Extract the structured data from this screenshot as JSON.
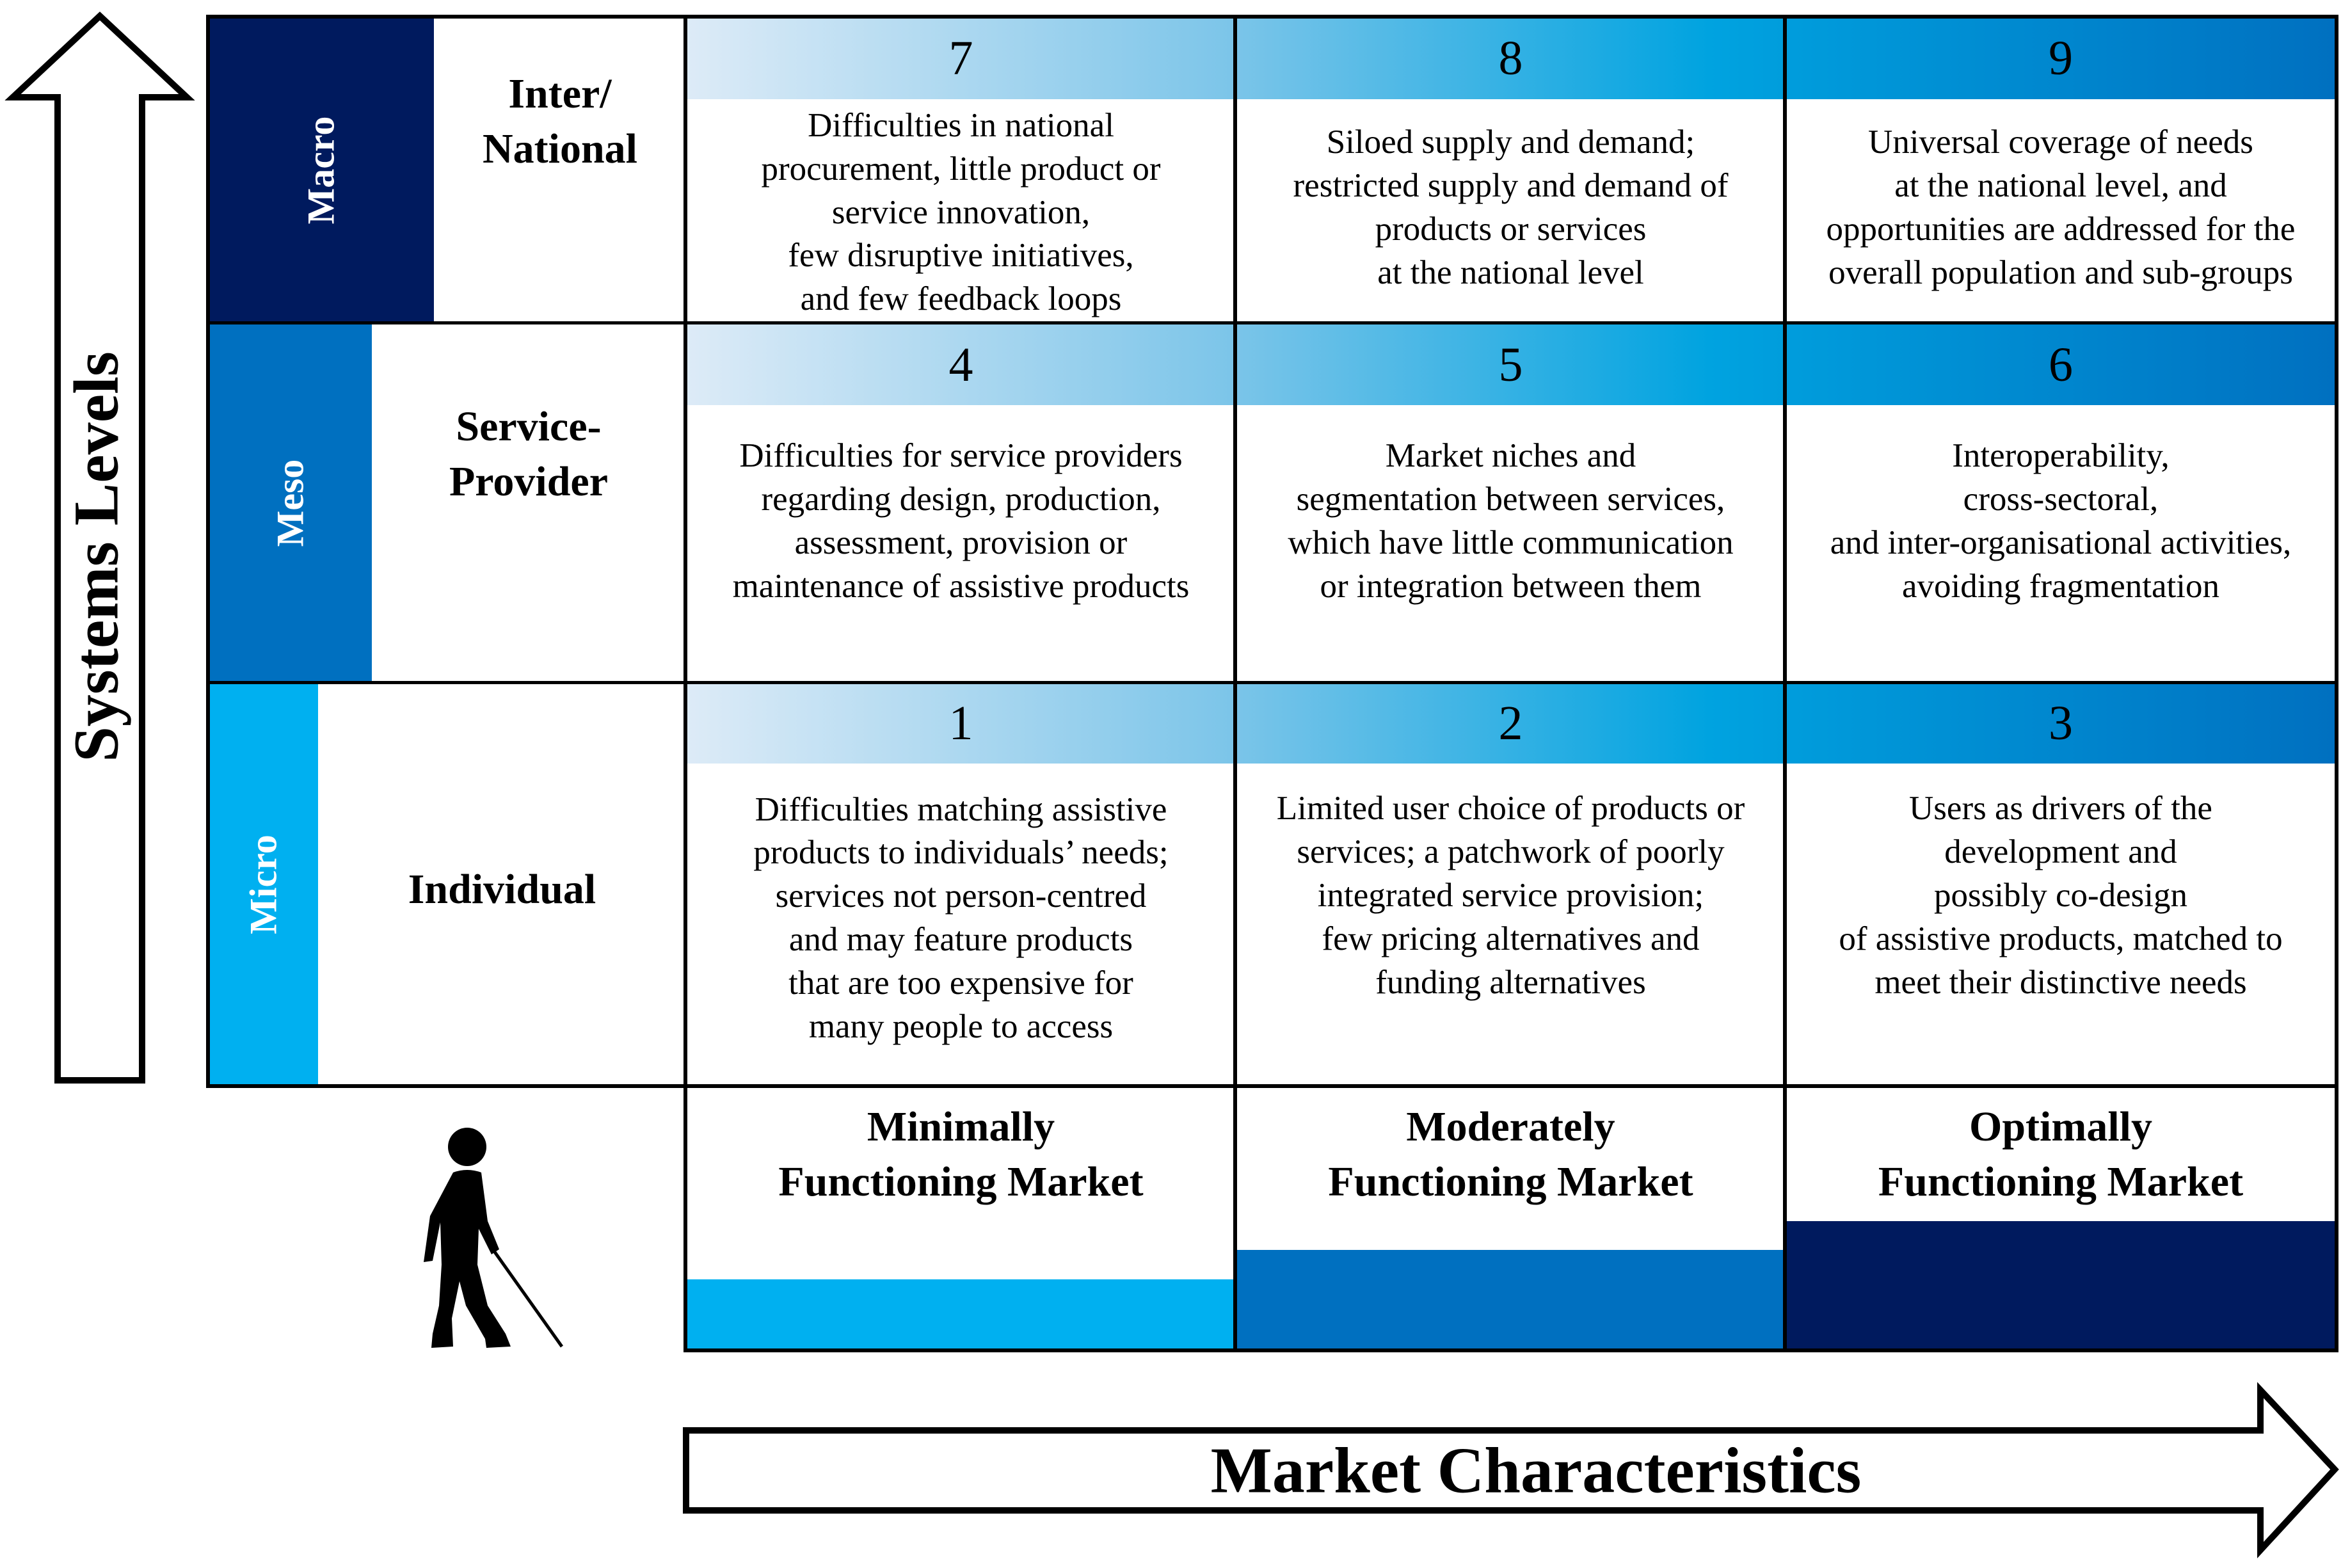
{
  "axes": {
    "y_title": "Systems Levels",
    "x_title": "Market Characteristics"
  },
  "levels": [
    {
      "key": "macro",
      "label": "Macro",
      "name": "Inter/\nNational",
      "color": "#001A5E"
    },
    {
      "key": "meso",
      "label": "Meso",
      "name": "Service-\nProvider",
      "color": "#0070C0"
    },
    {
      "key": "micro",
      "label": "Micro",
      "name": "Individual",
      "color": "#00B0F0"
    }
  ],
  "columns": [
    {
      "title": "Minimally\nFunctioning Market",
      "bar_color": "#00B0F0",
      "bar_level": 0.29
    },
    {
      "title": "Moderately\nFunctioning Market",
      "bar_color": "#0070C0",
      "bar_level": 0.41
    },
    {
      "title": "Optimally\nFunctioning Market",
      "bar_color": "#001A5E",
      "bar_level": 0.53
    }
  ],
  "cells": {
    "c7": {
      "number": "7",
      "text": "Difficulties in national\nprocurement, little product or\nservice innovation,\nfew disruptive initiatives,\nand few feedback loops"
    },
    "c8": {
      "number": "8",
      "text": "Siloed supply and demand;\nrestricted supply and demand of\nproducts or services\nat the national level"
    },
    "c9": {
      "number": "9",
      "text": "Universal coverage of needs\nat the national level, and\nopportunities are addressed for the\noverall population and sub-groups"
    },
    "c4": {
      "number": "4",
      "text": "Difficulties for service providers\nregarding design, production,\nassessment, provision or\nmaintenance of assistive products"
    },
    "c5": {
      "number": "5",
      "text": "Market niches and\nsegmentation between services,\nwhich have little communication\nor integration between them"
    },
    "c6": {
      "number": "6",
      "text": "Interoperability,\ncross-sectoral,\nand inter-organisational activities,\navoiding fragmentation"
    },
    "c1": {
      "number": "1",
      "text": "Difficulties matching assistive\nproducts to individuals’ needs;\nservices not person-centred\nand may feature products\nthat are too expensive for\nmany people to access"
    },
    "c2": {
      "number": "2",
      "text": "Limited user choice of products or\nservices; a patchwork of poorly\nintegrated service provision;\nfew pricing alternatives and\nfunding alternatives"
    },
    "c3": {
      "number": "3",
      "text": "Users as drivers of the\ndevelopment and\npossibly co-design\nof assistive products, matched to\nmeet their distinctive needs"
    }
  },
  "colors": {
    "head_gradient_start": "#DDEBF7",
    "head_gradient_mid": "#00A3E0",
    "head_gradient_end": "#0070C0",
    "outline": "#000000"
  },
  "icons": [
    "person-with-white-cane-icon",
    "up-arrow-icon",
    "right-arrow-icon"
  ]
}
